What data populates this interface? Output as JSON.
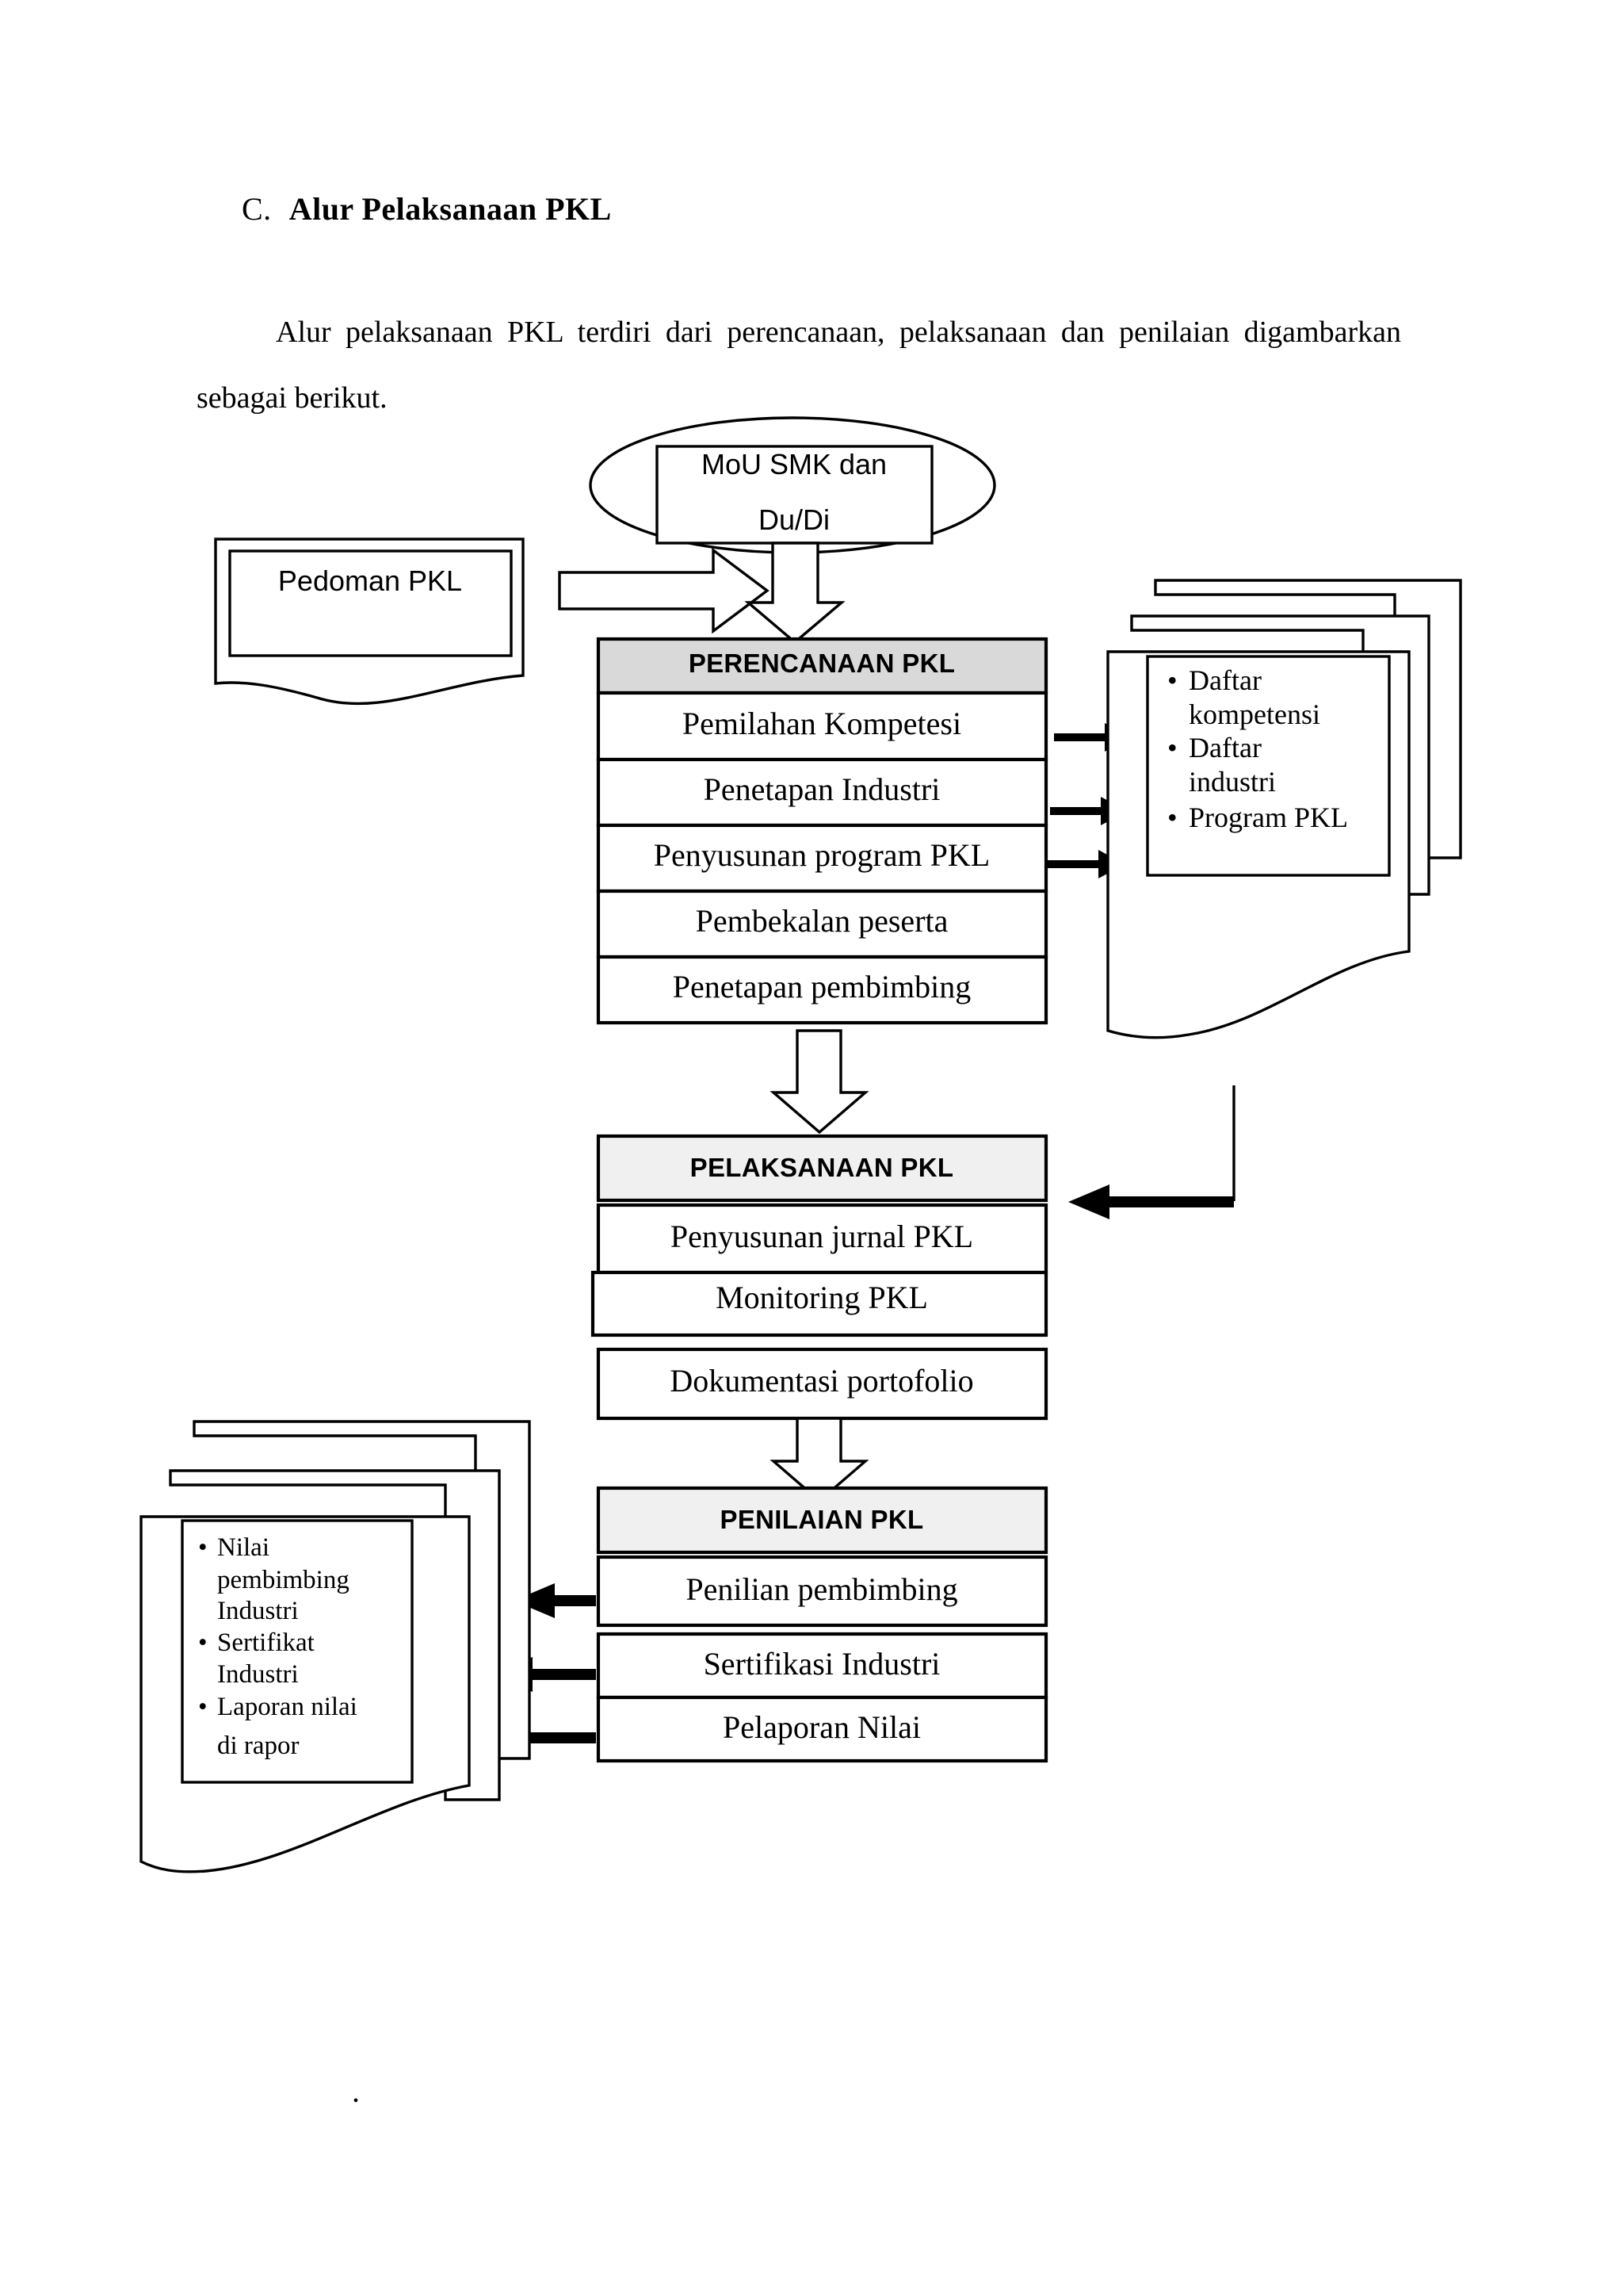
{
  "document": {
    "section_label": "C.",
    "section_title": "Alur  Pelaksanaan PKL",
    "paragraph": "Alur pelaksanaan PKL terdiri dari perencanaan, pelaksanaan dan penilaian digambarkan sebagai berikut.",
    "trailing_mark": "."
  },
  "diagram": {
    "mou": {
      "line1": "MoU SMK dan",
      "line2": "Du/Di"
    },
    "pedoman": {
      "label": "Pedoman PKL"
    },
    "perencanaan": {
      "header": "PERENCANAAN PKL",
      "rows": [
        "Pemilahan Kompetesi",
        "Penetapan Industri",
        "Penyusunan program PKL",
        "Pembekalan peserta",
        "Penetapan pembimbing"
      ]
    },
    "output_perencanaan": {
      "bullets": [
        "Daftar kompetensi",
        "Daftar industri",
        "Program PKL"
      ],
      "lines": [
        "Daftar",
        "kompetensi",
        "Daftar",
        "industri",
        "Program PKL"
      ]
    },
    "pelaksanaan": {
      "header": "PELAKSANAAN PKL",
      "rows": [
        "Penyusunan jurnal PKL",
        "Monitoring  PKL",
        "Dokumentasi portofolio"
      ]
    },
    "penilaian": {
      "header": "PENILAIAN PKL",
      "rows": [
        "Penilian pembimbing",
        "Sertifikasi Industri",
        "Pelaporan Nilai"
      ]
    },
    "output_penilaian": {
      "bullets": [
        "Nilai pembimbing Industri",
        "Sertifikat Industri",
        "Laporan nilai di rapor"
      ],
      "lines": [
        "Nilai",
        "pembimbing",
        "Industri",
        "Sertifikat",
        "Industri",
        "Laporan nilai",
        "di rapor"
      ]
    },
    "colors": {
      "header_dark": "#D9D9D9",
      "header_light": "#F0F0F0",
      "stroke": "#000000",
      "page_background": "#FFFFFF"
    }
  }
}
